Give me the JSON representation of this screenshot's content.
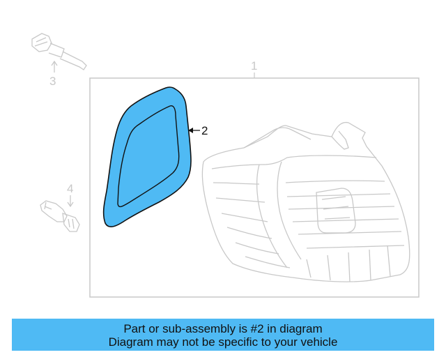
{
  "diagram": {
    "callouts": [
      "1",
      "2",
      "3",
      "4"
    ],
    "highlight_color": "#4fbaf4",
    "ghost_color": "#c8c8c8",
    "highlighted_part": "2"
  },
  "banner": {
    "line1": "Part or sub-assembly is #2 in diagram",
    "line2": "Diagram may not be specific to your vehicle",
    "background": "#4fbaf4"
  }
}
